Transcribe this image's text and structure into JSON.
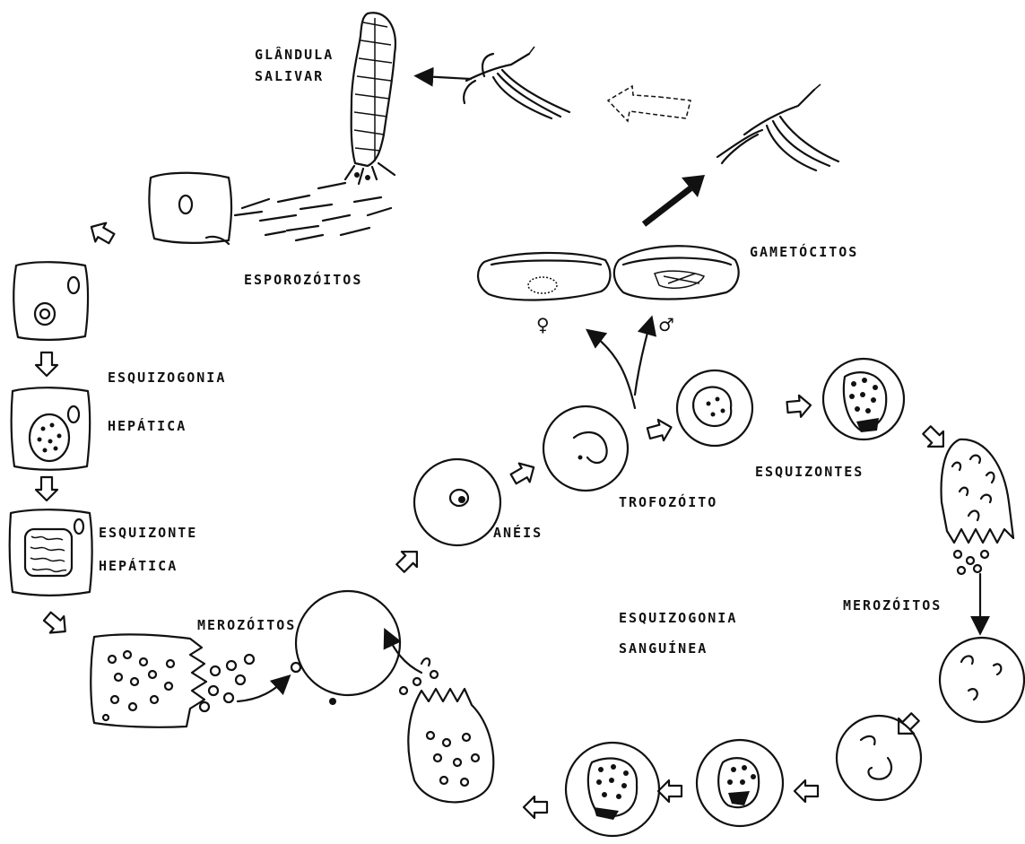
{
  "labels": {
    "salivary_gland": "GLÂNDULA\nSALIVAR",
    "sporozoites": "ESPOROZÓITOS",
    "gametocytes": "GAMETÓCITOS",
    "female_symbol": "♀",
    "male_symbol": "♂",
    "hepatic_schizogony_1": "ESQUIZOGONIA",
    "hepatic_schizogony_2": "HEPÁTICA",
    "hepatic_schizont_1": "ESQUIZONTE",
    "hepatic_schizont_2": "HEPÁTICA",
    "merozoites_left": "MEROZÓITOS",
    "rings": "ANÉIS",
    "trophozoite": "TROFOZÓITO",
    "schizonts": "ESQUIZONTES",
    "merozoites_right": "MEROZÓITOS",
    "blood_schizogony_1": "ESQUIZOGONIA",
    "blood_schizogony_2": "SANGUÍNEA"
  },
  "colors": {
    "ink": "#111111",
    "background": "#ffffff"
  },
  "icons": [
    "mosquito-icon",
    "salivary-gland-icon",
    "hepatocyte-icon",
    "red-blood-cell-icon",
    "hollow-arrow-icon",
    "solid-arrow-icon"
  ]
}
